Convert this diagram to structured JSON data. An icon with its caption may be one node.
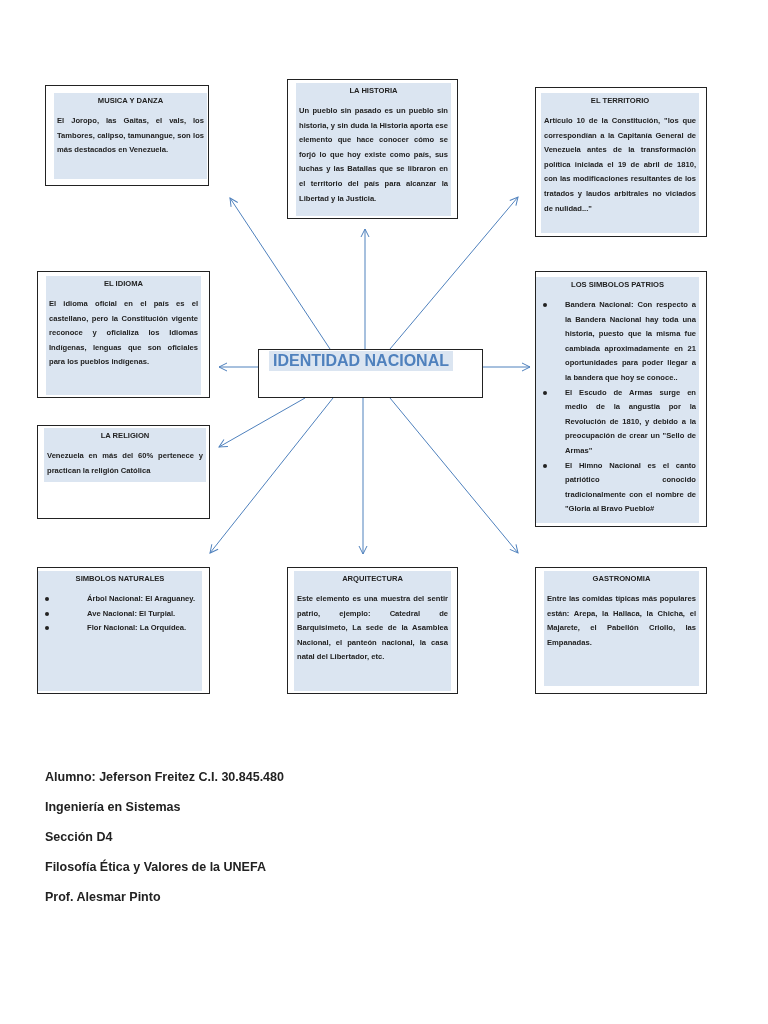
{
  "diagram": {
    "nodes": [
      {
        "text": [
          "MUSICA Y DANZA",
          "El Joropo, las Gaitas, el vals, los Tambores, calipso, tamunangue, son los más destacados en Venezuela."
        ]
      },
      {
        "text": [
          "LA HISTORIA",
          "Un pueblo sin pasado es un pueblo sin historia, y sin duda la Historia aporta ese elemento que hace conocer cómo se forjó lo que hoy existe como país, sus luchas y las Batallas que se libraron en el territorio del país para alcanzar la Libertad y la Justicia."
        ]
      },
      {
        "text": [
          "EL TERRITORIO",
          "Artículo 10 de la Constitución, \"los que correspondían a la Capitanía General de Venezuela antes de la transformación política iniciada el 19 de abril de 1810, con las modificaciones resultantes de los tratados y laudos arbitrales no viciados de nulidad...\""
        ]
      },
      {
        "text": [
          "EL IDIOMA",
          "El idioma oficial en el país es el castellano, pero la Constitución vigente reconoce y oficializa los Idiomas Indígenas, lenguas que son oficiales para los pueblos indígenas."
        ]
      },
      {
        "text": [
          "IDENTIDAD NACIONAL"
        ]
      },
      {
        "text": [
          "LOS SIMBOLOS PATRIOS",
          "Bandera Nacional: Con respecto a la Bandera Nacional hay toda una historia, puesto que la misma fue cambiada aproximadamente en 21 oportunidades para poder llegar a la bandera que hoy se conoce..",
          "El Escudo de Armas surge en medio de la angustia por la Revolución de 1810, y debido a la preocupación de crear un \"Sello de Armas\"",
          "El Himno Nacional es el canto patriótico conocido tradicionalmente con el nombre de \"Gloria al Bravo Pueblo#"
        ]
      },
      {
        "text": [
          "LA RELIGION",
          "Venezuela en más del 60% pertenece y practican la religión Católica"
        ]
      },
      {
        "text": [
          "SIMBOLOS NATURALES",
          "Árbol Nacional: El Araguaney.",
          "Ave Nacional: El Turpial.",
          "Flor Nacional: La Orquídea."
        ]
      },
      {
        "text": [
          "ARQUITECTURA",
          "Este elemento es una muestra del sentir patrio, ejemplo: Catedral de Barquisimeto, La sede de la Asamblea Nacional, el panteón nacional, la casa natal del Libertador, etc."
        ]
      },
      {
        "text": [
          "GASTRONOMIA",
          "Entre las comidas típicas más populares están: Arepa, la Hallaca, la Chicha, el Majarete, el Pabellón Criollo, las Empanadas."
        ]
      }
    ],
    "edges": [
      {
        "from": 4,
        "to": 0,
        "arrow": "to"
      },
      {
        "from": 4,
        "to": 1,
        "arrow": "to"
      },
      {
        "from": 4,
        "to": 2,
        "arrow": "to"
      },
      {
        "from": 4,
        "to": 3,
        "arrow": "to"
      },
      {
        "from": 4,
        "to": 5,
        "arrow": "to"
      },
      {
        "from": 4,
        "to": 6,
        "arrow": "to"
      },
      {
        "from": 4,
        "to": 7,
        "arrow": "to"
      },
      {
        "from": 4,
        "to": 8,
        "arrow": "to"
      },
      {
        "from": 4,
        "to": 9,
        "arrow": "to"
      }
    ],
    "labels": [
      "Alumno: Jeferson Freitez C.I. 30.845.480",
      "Ingeniería en Sistemas",
      "Sección D4",
      "Filosofía Ética y Valores de la UNEFA",
      "Prof. Alesmar Pinto"
    ]
  }
}
